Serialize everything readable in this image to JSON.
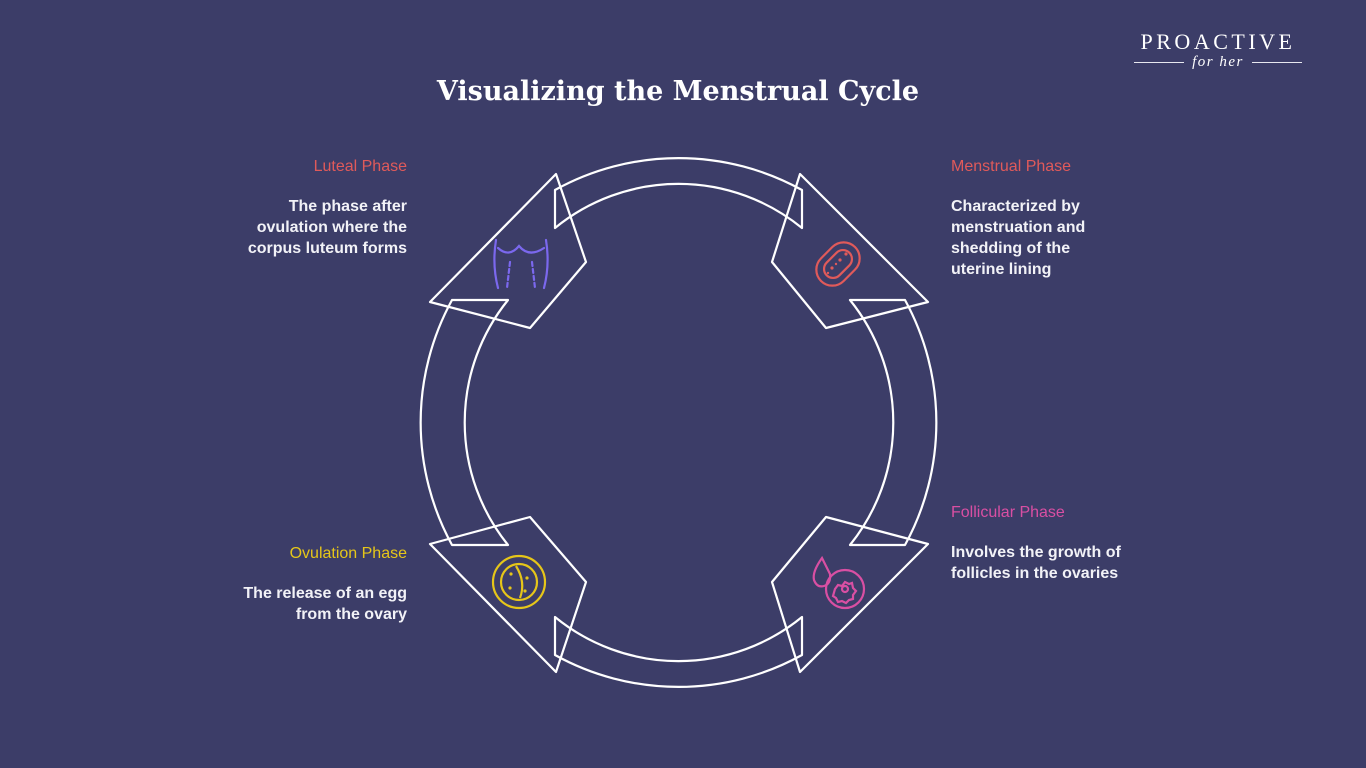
{
  "brand": {
    "name": "PROACTIVE",
    "tagline": "for her"
  },
  "title": "Visualizing the Menstrual Cycle",
  "phases": {
    "luteal": {
      "name": "Luteal Phase",
      "description": "The phase after ovulation where the corpus luteum forms",
      "color": "#e05a5a",
      "icon": "torso-icon",
      "icon_color": "#7b68ee"
    },
    "menstrual": {
      "name": "Menstrual Phase",
      "description": "Characterized by menstruation and shedding of the uterine lining",
      "color": "#e05a5a",
      "icon": "pad-icon",
      "icon_color": "#e05a5a"
    },
    "follicular": {
      "name": "Follicular Phase",
      "description": "Involves the growth of follicles in the ovaries",
      "color": "#d94fa3",
      "icon": "follicle-icon",
      "icon_color": "#d94fa3"
    },
    "ovulation": {
      "name": "Ovulation Phase",
      "description": "The release of an egg from the ovary",
      "color": "#e6c619",
      "icon": "egg-icon",
      "icon_color": "#e6c619"
    }
  },
  "colors": {
    "background": "#3c3d68",
    "outline": "#ffffff"
  }
}
